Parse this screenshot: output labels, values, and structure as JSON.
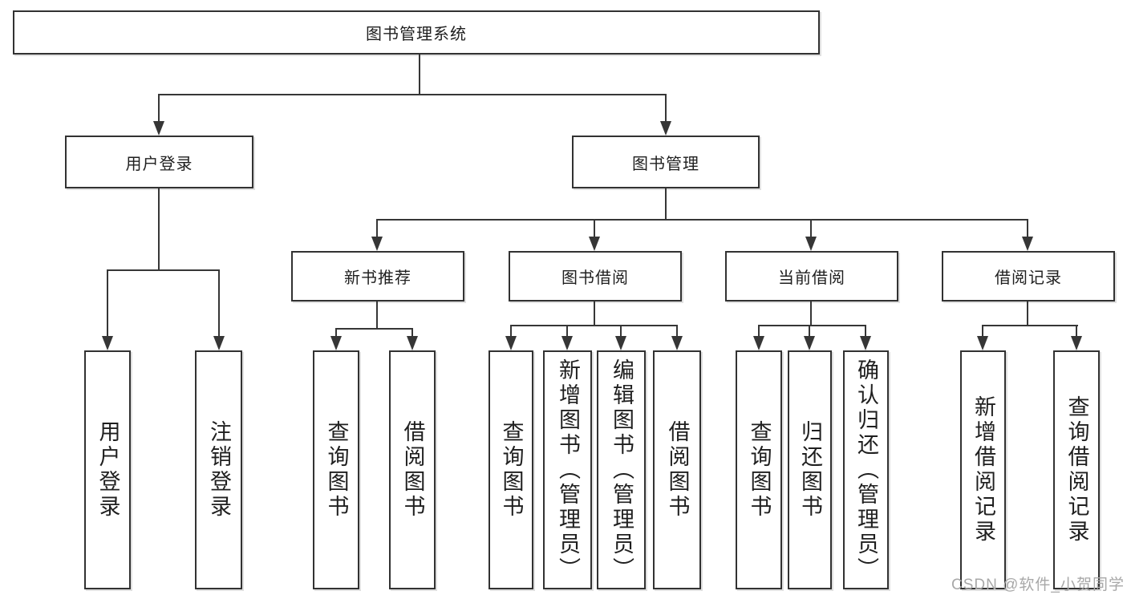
{
  "nodes": {
    "root": "图书管理系统",
    "userLogin": "用户登录",
    "bookMgmt": "图书管理",
    "newBookRec": "新书推荐",
    "bookBorrow": "图书借阅",
    "currentBorrow": "当前借阅",
    "borrowRecords": "借阅记录"
  },
  "leaves": {
    "login": [
      "用户登录",
      "注销登录"
    ],
    "rec": [
      "查询图书",
      "借阅图书"
    ],
    "borrow": [
      "查询图书",
      "新增图书（管理员）",
      "编辑图书（管理员）",
      "借阅图书"
    ],
    "current": [
      "查询图书",
      "归还图书",
      "确认归还（管理员）"
    ],
    "records": [
      "新增借阅记录",
      "查询借阅记录"
    ]
  },
  "watermark": "CSDN @软件_小贺同学",
  "colors": {
    "line": "#363636",
    "border": "#323232",
    "text": "#1f1f1f",
    "watermark": "#a8a8a8",
    "background": "#ffffff"
  }
}
